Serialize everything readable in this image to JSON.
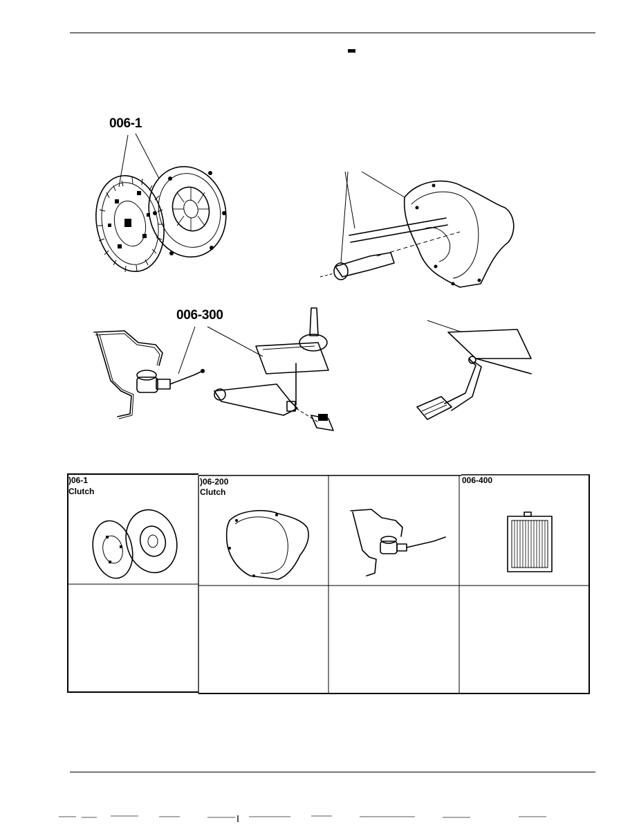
{
  "figure": {
    "callouts": {
      "clutch_set": "006-1",
      "hydraulics": "006-300"
    }
  },
  "table": {
    "cells": [
      {
        "code": ")06-1",
        "name": "Clutch"
      },
      {
        "code": ")06-200",
        "name": "Clutch"
      },
      {
        "code": "",
        "name": ""
      },
      {
        "code": "006-400",
        "name": ""
      }
    ]
  },
  "icons": [
    "clutch-disc-icon",
    "pressure-plate-icon",
    "bellhousing-icon",
    "master-cylinder-icon",
    "radiator-icon",
    "pedal-icon",
    "shifter-icon"
  ]
}
